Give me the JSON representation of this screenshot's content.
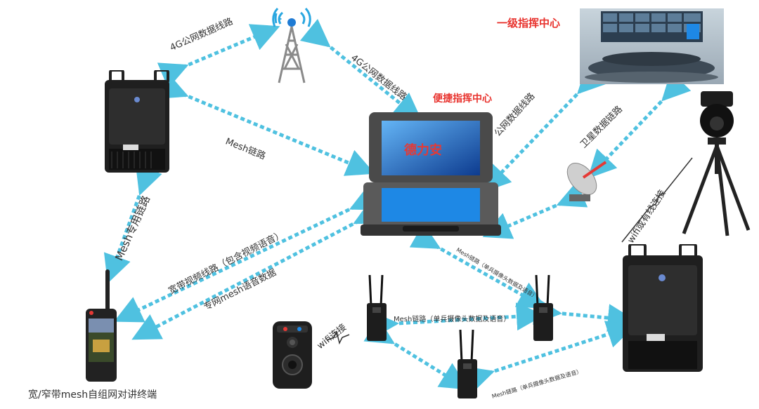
{
  "colors": {
    "link": "#4fc1e0",
    "accent_red": "#e8322d",
    "device_dark": "#2a2a2a",
    "screen_blue": "#1565c0"
  },
  "nodes": {
    "tower": {
      "icon": "radio-tower-icon"
    },
    "mesh_station_top": {
      "icon": "mesh-base-station"
    },
    "mesh_station_right": {
      "icon": "mesh-base-station"
    },
    "laptop": {
      "icon": "rugged-laptop",
      "screen_text": "德力安"
    },
    "command_center": {
      "icon": "command-center-photo",
      "label": "一级指挥中心"
    },
    "dome_camera": {
      "icon": "ptz-dome-camera-on-tripod"
    },
    "satellite_dish": {
      "icon": "satellite-dish"
    },
    "handheld_terminal": {
      "icon": "handheld-radio-terminal",
      "label": "宽/窄带mesh自组网对讲终端"
    },
    "body_camera": {
      "icon": "body-worn-camera"
    },
    "manpack_radio_a": {
      "icon": "manpack-radio"
    },
    "manpack_radio_b": {
      "icon": "manpack-radio"
    },
    "manpack_radio_c": {
      "icon": "manpack-radio"
    }
  },
  "labels": {
    "portable_center": "便捷指挥中心",
    "lte_left": "4G公网数据线路",
    "lte_right": "4G公网数据线路",
    "mesh_link": "Mesh链路",
    "public_data": "公网数据线路",
    "satellite": "卫星数据链路",
    "mesh_private": "Mesh专用链路",
    "broadband_video": "宽带视频线路（包含视频语音）",
    "private_voice": "专网mesh语音数据",
    "wifi_wired": "wifi或有线连接",
    "wifi": "wifi连接",
    "mesh_single_a": "Mesh链路（单兵摄像头数据及语音）",
    "mesh_single_b": "Mesh链路（单兵摄像头数据及语音）",
    "mesh_single_c": "Mesh链路（单兵摄像头数据及语音）"
  }
}
